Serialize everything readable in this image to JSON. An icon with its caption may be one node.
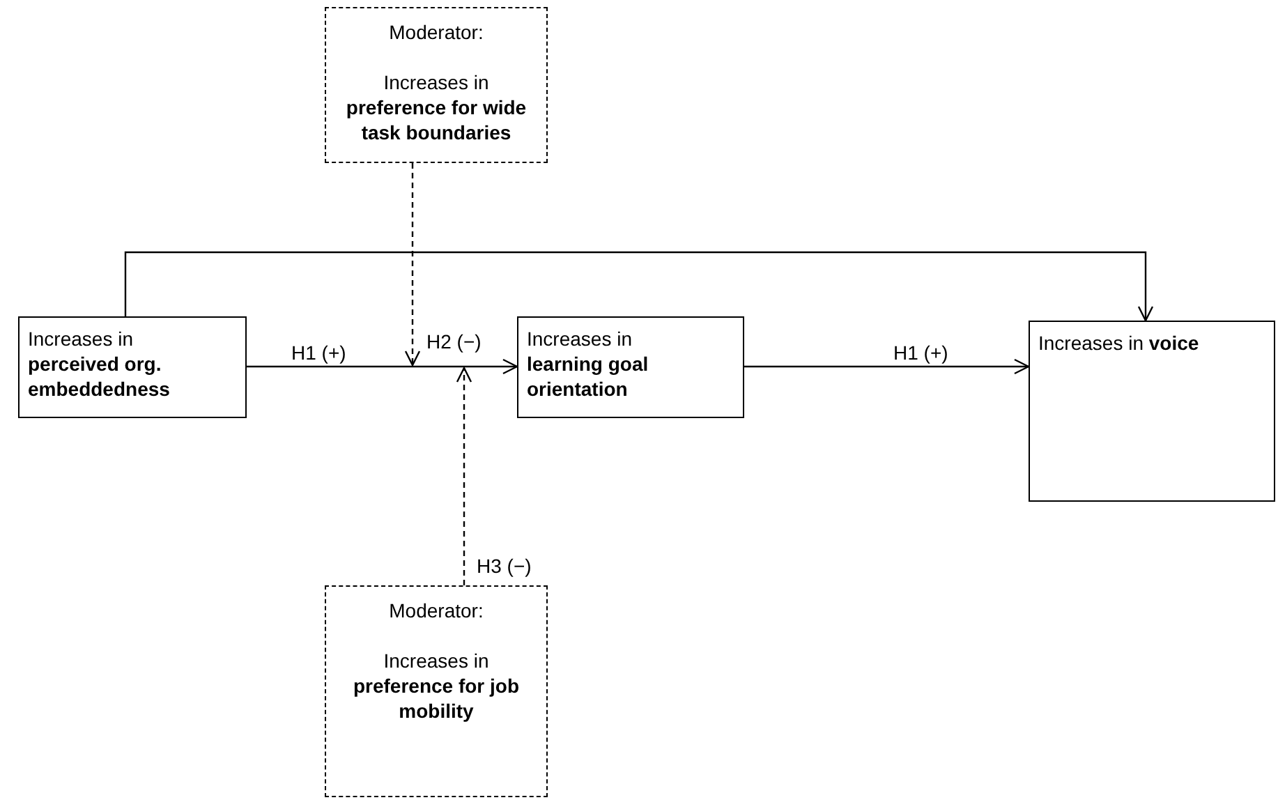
{
  "diagram": {
    "nodes": [
      {
        "text": [
          "Moderator:",
          "Increases in **preference for wide task boundaries**"
        ]
      },
      {
        "text": [
          "Increases in **perceived org. embeddedness**"
        ]
      },
      {
        "text": [
          "Increases in **learning goal orientation**"
        ]
      },
      {
        "text": [
          "Increases in **voice**"
        ]
      },
      {
        "text": [
          "Moderator:",
          "Increases in **preference for job mobility**"
        ]
      }
    ],
    "edges": [
      {
        "from": 1,
        "to": 2,
        "arrow": "to",
        "label": "H1 (+)"
      },
      {
        "from": 2,
        "to": 3,
        "arrow": "to",
        "label": "H1 (+)"
      },
      {
        "from": 1,
        "to": 3,
        "arrow": "to"
      },
      {
        "from": 0,
        "to": null,
        "arrow": "to",
        "label": "H2 (−)",
        "style": "dashed"
      },
      {
        "from": 4,
        "to": null,
        "arrow": "to",
        "label": "H3 (−)",
        "style": "dashed"
      }
    ]
  }
}
